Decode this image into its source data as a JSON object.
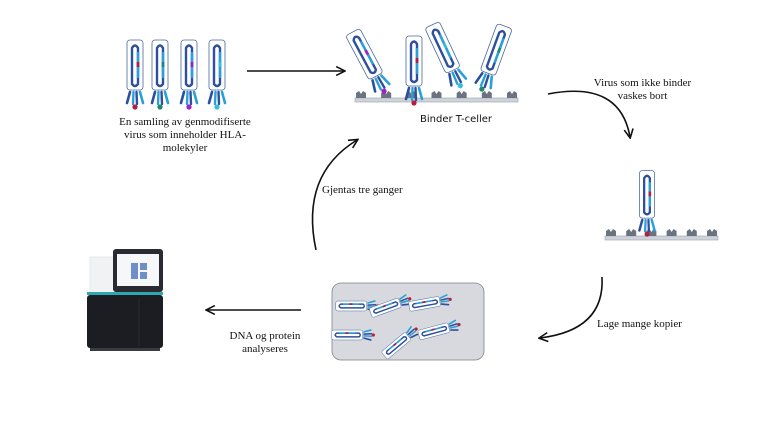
{
  "diagram": {
    "title": "HLA virus library screening workflow",
    "colors": {
      "capsid_outline": "#4a6a9a",
      "genome_dark": "#2d4f9c",
      "genome_light": "#2aa0d8",
      "surface_bar": "#cfd3dc",
      "receptor": "#6b7280",
      "tray_bg": "#d7d9de",
      "arrow": "#111111",
      "instrument_body": "#1c1d22",
      "instrument_accent": "#2fa7b0"
    },
    "steps": [
      {
        "id": "library",
        "label_lines": [
          "En samling av genmodifiserte",
          "virus som inneholder HLA-",
          "molekyler"
        ],
        "marker_colors": [
          "#b3203f",
          "#1f8a70",
          "#a020c0",
          "#33c0d6"
        ]
      },
      {
        "id": "binding",
        "label": "Binder T-celler",
        "marker_colors": [
          "#a020c0",
          "#b3203f",
          "#33c0d6",
          "#1f8a70"
        ]
      },
      {
        "id": "wash",
        "label_lines": [
          "Virus som ikke binder",
          "vaskes bort"
        ],
        "marker_color": "#b3203f"
      },
      {
        "id": "amplify",
        "label": "Lage mange kopier",
        "copies": 6
      },
      {
        "id": "repeat",
        "label": "Gjentas tre ganger"
      },
      {
        "id": "analyze",
        "label_lines": [
          "DNA og protein",
          "analyseres"
        ]
      }
    ],
    "instrument": {
      "screen_title": "Sequencer"
    }
  }
}
